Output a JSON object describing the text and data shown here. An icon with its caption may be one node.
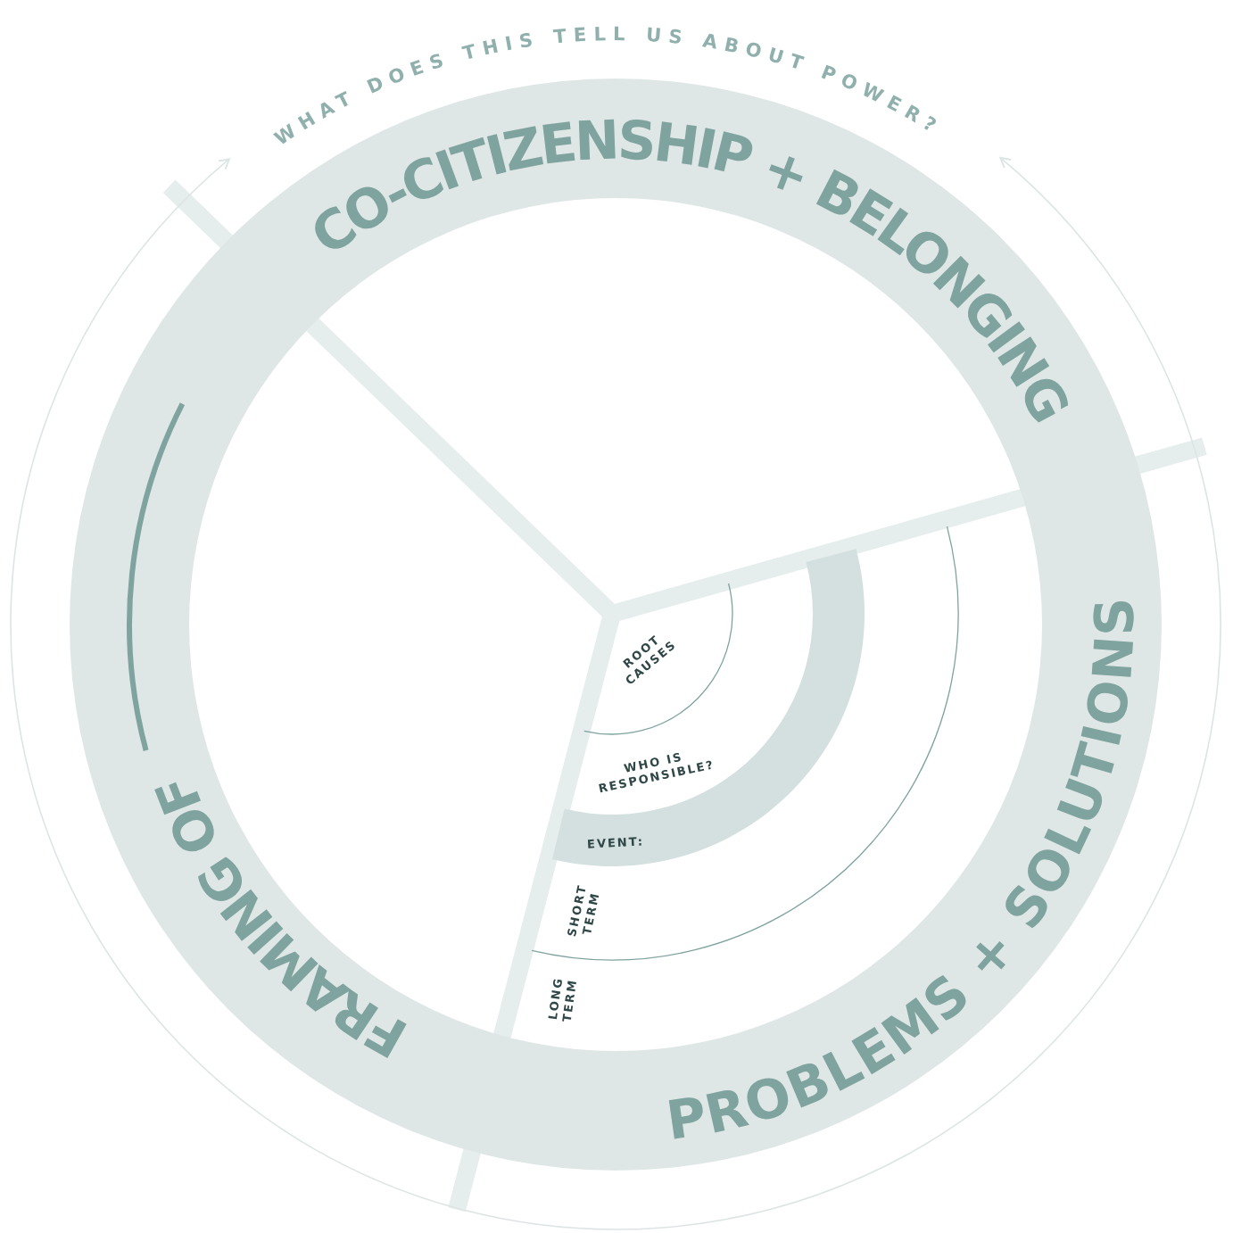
{
  "diagram": {
    "title": "WHAT DOES THIS TELL US ABOUT POWER?",
    "nodes": [
      {
        "text": [
          "CO-CITIZENSHIP + BELONGING"
        ]
      },
      {
        "text": [
          "PROBLEMS + SOLUTIONS"
        ]
      },
      {
        "text": [
          "FRAMING OF"
        ]
      },
      {
        "text": [
          "ROOT CAUSES"
        ]
      },
      {
        "text": [
          "WHO IS RESPONSIBLE?"
        ]
      },
      {
        "text": [
          "EVENT:"
        ]
      },
      {
        "text": [
          "SHORT TERM"
        ]
      },
      {
        "text": [
          "LONG TERM"
        ]
      }
    ],
    "edges": []
  }
}
